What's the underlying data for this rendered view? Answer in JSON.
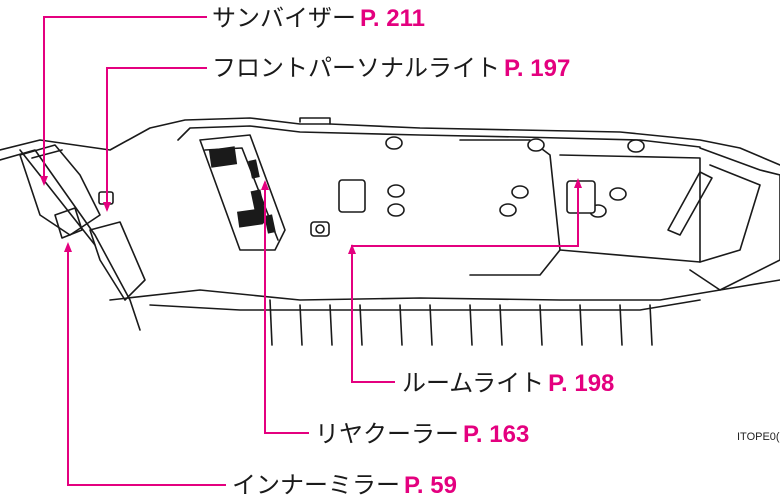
{
  "colors": {
    "leader": "#e4007f",
    "linework": "#1a1a1a",
    "page_ref": "#e4007f"
  },
  "callouts": [
    {
      "label": "サンバイザー",
      "page": "P. 211"
    },
    {
      "label": "フロントパーソナルライト",
      "page": "P. 197"
    },
    {
      "label": "ルームライト",
      "page": "P. 198"
    },
    {
      "label": "リヤクーラー",
      "page": "P. 163"
    },
    {
      "label": "インナーミラー",
      "page": "P. 59"
    }
  ],
  "figure_code": "ITOPE0("
}
